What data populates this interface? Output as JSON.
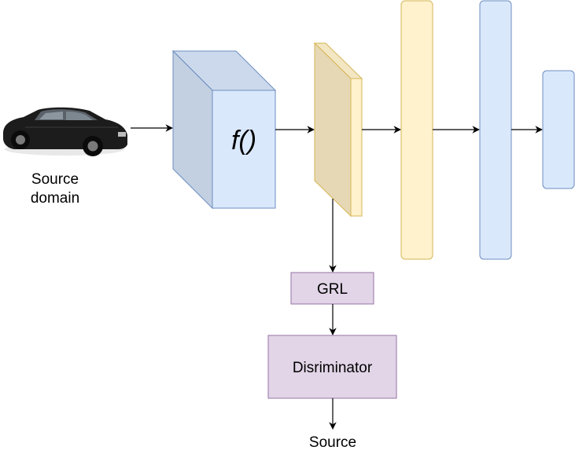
{
  "source_domain": {
    "line1": "Source",
    "line2": "domain",
    "image": "car-image"
  },
  "feature_extractor": {
    "label": "f()"
  },
  "grl": {
    "label": "GRL"
  },
  "discriminator": {
    "label": "Disriminator"
  },
  "output": {
    "label": "Source"
  },
  "colors": {
    "cube_front": "#dae8fc",
    "cube_side": "#c3d0e2",
    "cube_stroke": "#6c8ebf",
    "feature_front": "#fff2cc",
    "feature_side": "#e6d8b5",
    "feature_stroke": "#d6b656",
    "purple_fill": "#e1d5e7",
    "purple_stroke": "#9673a6",
    "arrow": "#000000"
  }
}
